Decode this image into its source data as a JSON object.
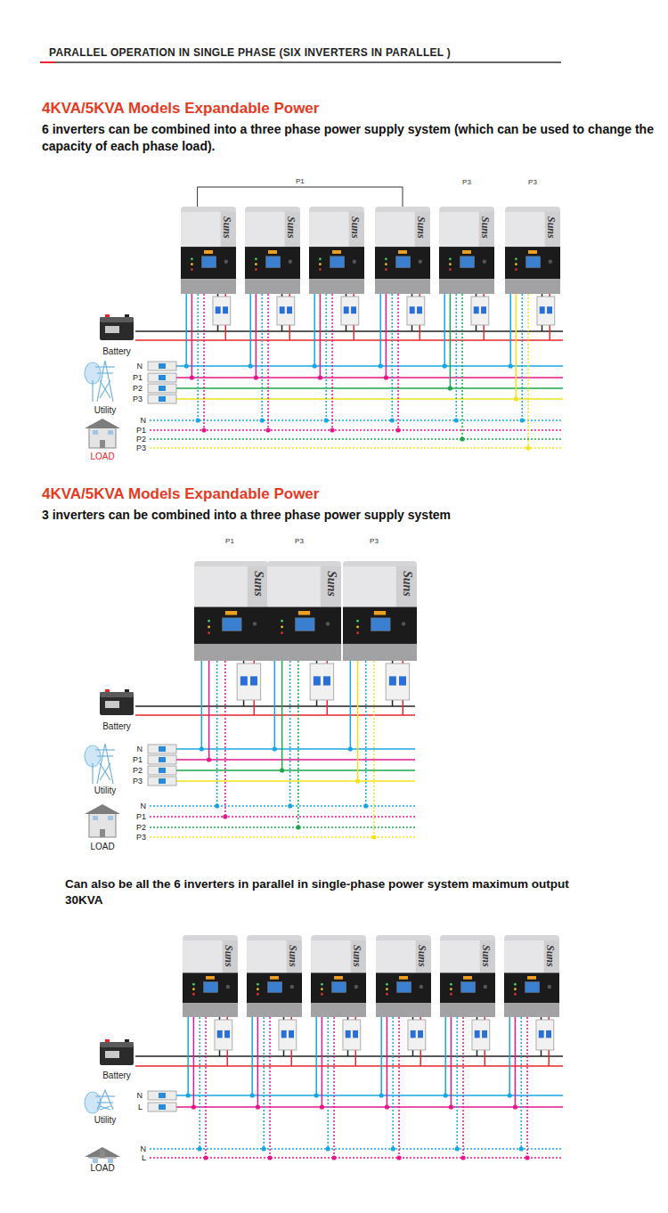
{
  "diagram": {
    "title": "PARALLEL OPERATION IN SINGLE PHASE (SIX INVERTERS IN PARALLEL )",
    "nodes": [
      {
        "text": [
          "Suns"
        ]
      },
      {
        "text": [
          "Suns"
        ]
      },
      {
        "text": [
          "Suns"
        ]
      },
      {
        "text": [
          "Suns"
        ]
      },
      {
        "text": [
          "Suns"
        ]
      },
      {
        "text": [
          "Suns"
        ]
      },
      {
        "text": [
          "Suns"
        ]
      },
      {
        "text": [
          "Suns"
        ]
      },
      {
        "text": [
          "Suns"
        ]
      },
      {
        "text": [
          "Suns"
        ]
      },
      {
        "text": [
          "Suns"
        ]
      },
      {
        "text": [
          "Suns"
        ]
      },
      {
        "text": [
          "Suns"
        ]
      },
      {
        "text": [
          "Suns"
        ]
      },
      {
        "text": [
          "Suns"
        ]
      }
    ],
    "edges": [
      {
        "from": 0,
        "to": 3,
        "arrow": "none",
        "label": "P1"
      }
    ],
    "labels": [
      "4KVA/5KVA Models Expandable Power",
      "6 inverters can be combined into a three phase power supply system (which can be used to change the capacity of each phase load).",
      "P3",
      "P3",
      "Battery",
      "N",
      "P1",
      "P2",
      "P3",
      "Utility",
      "N",
      "P1",
      "P2",
      "P3",
      "LOAD",
      "4KVA/5KVA Models Expandable Power",
      "3 inverters can be combined into a three phase power supply system",
      "P1",
      "P3",
      "P3",
      "Battery",
      "N",
      "P1",
      "P2",
      "P3",
      "Utility",
      "N",
      "P1",
      "P2",
      "P3",
      "LOAD",
      "Can also be all the 6 inverters in parallel in single-phase power system maximum output 30KVA",
      "Battery",
      "N",
      "L",
      "Utility",
      "N",
      "L",
      "LOAD"
    ]
  }
}
